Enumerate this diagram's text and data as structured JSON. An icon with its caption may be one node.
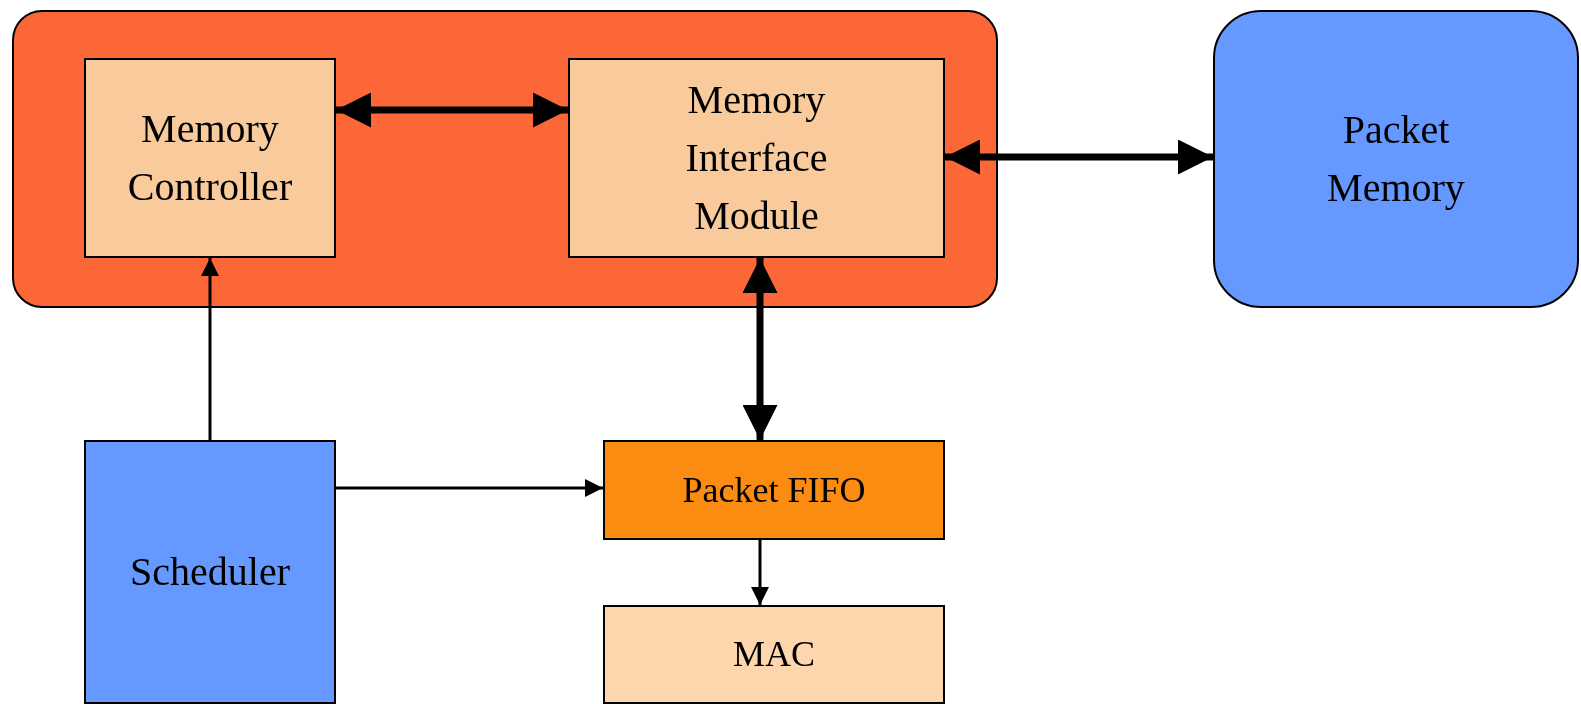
{
  "diagram": {
    "nodes": [
      {
        "text": [],
        "shape": "box"
      },
      {
        "text": [
          "Memory Controller"
        ],
        "in": 0
      },
      {
        "text": [
          "Memory Interface Module"
        ],
        "in": 0
      },
      {
        "text": [
          "Packet Memory"
        ]
      },
      {
        "text": [
          "Scheduler"
        ]
      },
      {
        "text": [
          "Packet FIFO"
        ]
      },
      {
        "text": [
          "MAC"
        ]
      }
    ],
    "edges": [
      {
        "from": 1,
        "to": 2,
        "arrow": "both",
        "style": "thick"
      },
      {
        "from": 2,
        "to": 3,
        "arrow": "both",
        "style": "thick"
      },
      {
        "from": 2,
        "to": 5,
        "arrow": "both",
        "style": "thick"
      },
      {
        "from": 4,
        "to": 1,
        "arrow": "to"
      },
      {
        "from": 4,
        "to": 5,
        "arrow": "to"
      },
      {
        "from": 5,
        "to": 6,
        "arrow": "to"
      }
    ]
  }
}
